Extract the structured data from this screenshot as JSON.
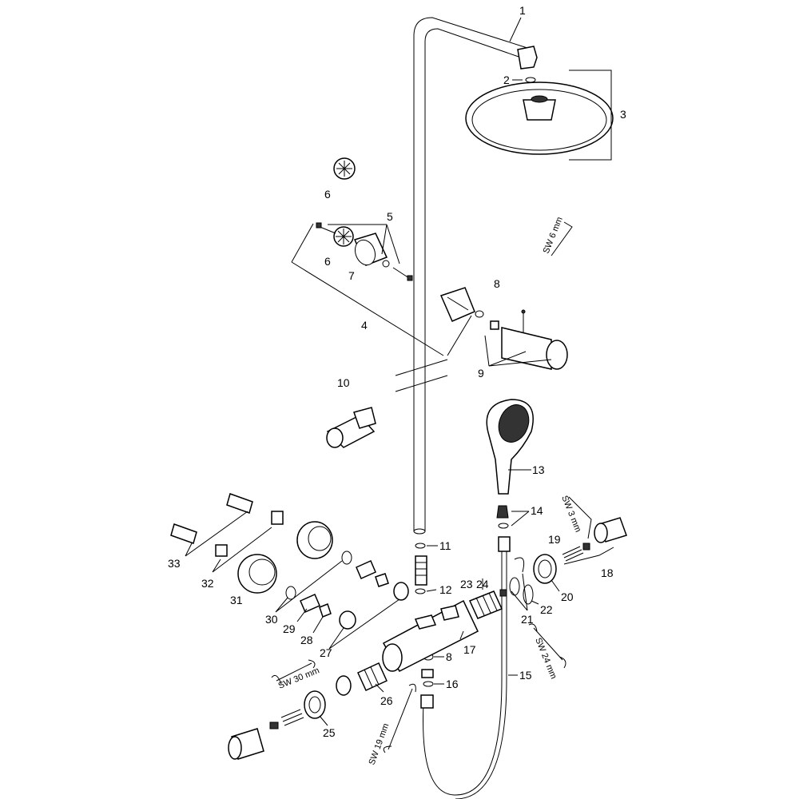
{
  "callouts": {
    "c1": "1",
    "c2": "2",
    "c3": "3",
    "c4": "4",
    "c5": "5",
    "c6a": "6",
    "c6b": "6",
    "c7": "7",
    "c8a": "8",
    "c8b": "8",
    "c9": "9",
    "c10": "10",
    "c11": "11",
    "c12": "12",
    "c13": "13",
    "c14": "14",
    "c15": "15",
    "c16": "16",
    "c17": "17",
    "c18": "18",
    "c19": "19",
    "c20": "20",
    "c21": "21",
    "c22": "22",
    "c23": "23",
    "c24": "24",
    "c25": "25",
    "c26": "26",
    "c27": "27",
    "c28": "28",
    "c29": "29",
    "c30": "30",
    "c31": "31",
    "c32": "32",
    "c33": "33"
  },
  "tool_labels": {
    "sw6": "SW 6 mm",
    "sw3": "SW 3 mm",
    "sw24": "SW 24 mm",
    "sw30": "SW 30 mm",
    "sw19": "SW 19 mm"
  }
}
